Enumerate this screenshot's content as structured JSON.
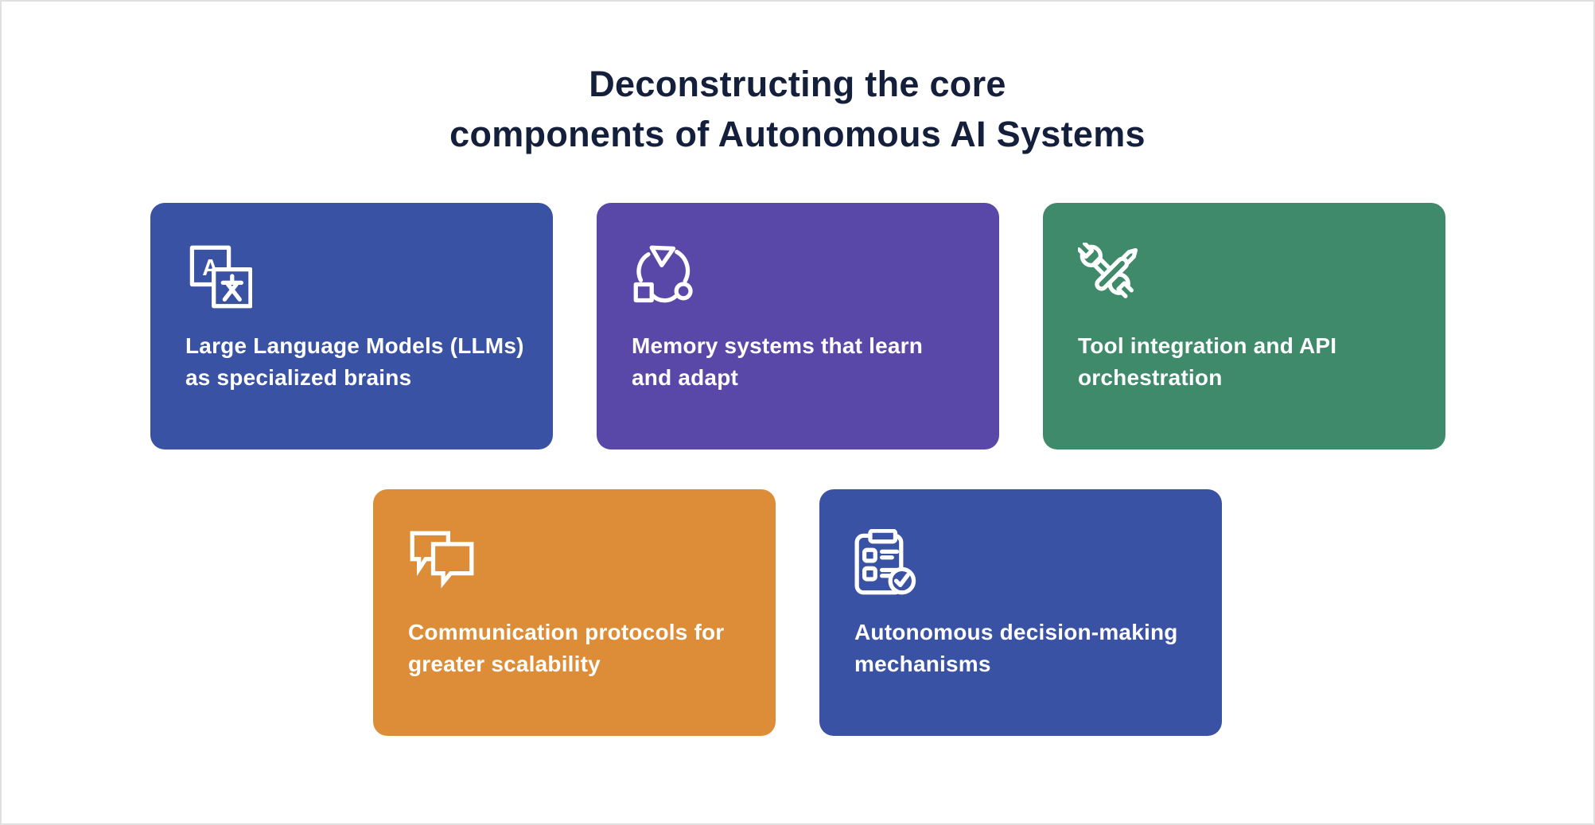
{
  "page": {
    "background": "#ffffff",
    "border_color": "#e0e0e0"
  },
  "title": {
    "line1": "Deconstructing the core",
    "line2": "components of Autonomous AI Systems",
    "color": "#141f3c"
  },
  "cards": [
    {
      "icon": "translate-icon",
      "color": "#3a52a4",
      "line1": "Large Language Models (LLMs)",
      "line2": "as specialized brains"
    },
    {
      "icon": "cycle-icon",
      "color": "#5a48a8",
      "line1": "Memory systems that learn",
      "line2": "and adapt"
    },
    {
      "icon": "tools-icon",
      "color": "#3e8a6b",
      "line1": "Tool integration and API",
      "line2": "orchestration"
    },
    {
      "icon": "chat-icon",
      "color": "#dd8d38",
      "line1": "Communication protocols for",
      "line2": "greater scalability"
    },
    {
      "icon": "checklist-icon",
      "color": "#3a52a4",
      "line1": "Autonomous decision-making",
      "line2": "mechanisms"
    }
  ],
  "icon_text": {
    "translate_letter": "A"
  }
}
